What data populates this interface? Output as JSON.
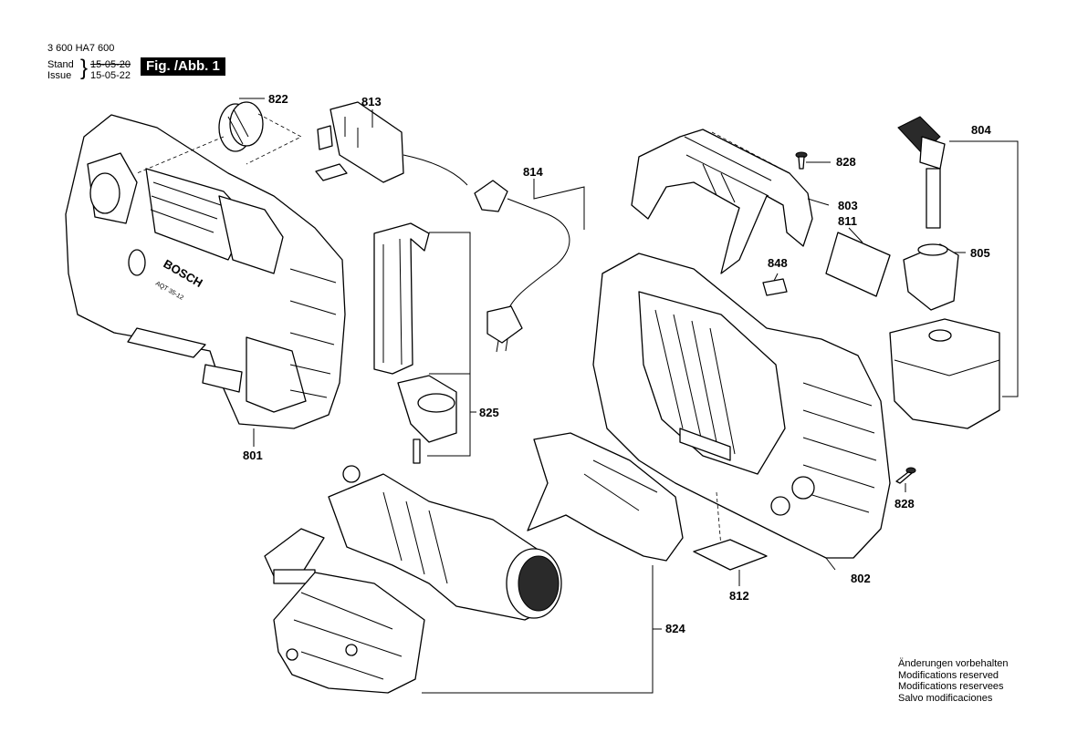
{
  "header": {
    "doc_number": "3 600 HA7 600",
    "stand_label": "Stand",
    "stand_date": "15-05-20",
    "issue_label": "Issue",
    "issue_date": "15-05-22",
    "figure_label": "Fig. /Abb. 1"
  },
  "parts": {
    "p801": "801",
    "p802": "802",
    "p803": "803",
    "p804": "804",
    "p805": "805",
    "p811": "811",
    "p812": "812",
    "p813": "813",
    "p814": "814",
    "p822": "822",
    "p824": "824",
    "p825": "825",
    "p828a": "828",
    "p828b": "828",
    "p848": "848"
  },
  "housing_text": {
    "brand": "BOSCH",
    "model": "AQT 35-12"
  },
  "notes": [
    "Änderungen vorbehalten",
    "Modifications reserved",
    "Modifications reservees",
    "Salvo modificaciones"
  ]
}
